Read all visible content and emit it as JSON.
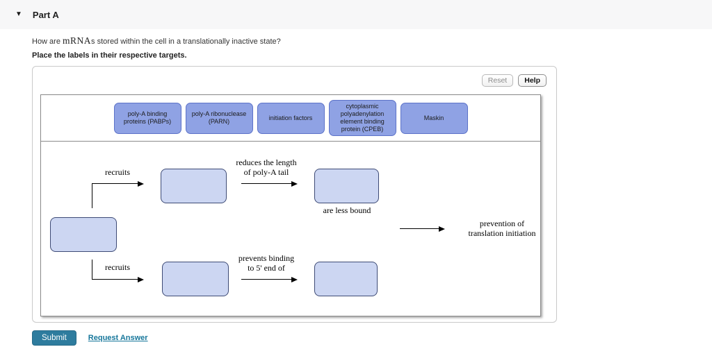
{
  "header": {
    "collapse_icon": "▼",
    "title": "Part A"
  },
  "question": {
    "prefix": "How are ",
    "math": "mRNA",
    "suffix": "s stored within the cell in a translationally inactive state?"
  },
  "instruction": "Place the labels in their respective targets.",
  "panel": {
    "reset_label": "Reset",
    "help_label": "Help",
    "label_bank": [
      "poly-A binding proteins (PABPs)",
      "poly-A ribonuclease (PARN)",
      "initiation factors",
      "cytoplasmic polyadenylation element binding protein (CPEB)",
      "Maskin"
    ],
    "diagram": {
      "recruits_top": "recruits",
      "recruits_bottom": "recruits",
      "arrow_top_line1": "reduces the length",
      "arrow_top_line2": "of poly-A tail",
      "are_less_bound": "are less bound",
      "arrow_bottom_line1": "prevents binding",
      "arrow_bottom_line2": "to 5' end of",
      "result_line1": "prevention of",
      "result_line2": "translation initiation"
    }
  },
  "footer": {
    "submit_label": "Submit",
    "request_answer_label": "Request Answer"
  },
  "colors": {
    "topbar_bg": "#f7f7f8",
    "bank_label_fill": "#8fa2e4",
    "bank_label_border": "#5c72c8",
    "target_fill": "#ccd6f2",
    "target_border": "#3d4a75",
    "submit_bg": "#2e7c9e",
    "link_color": "#17779b"
  }
}
